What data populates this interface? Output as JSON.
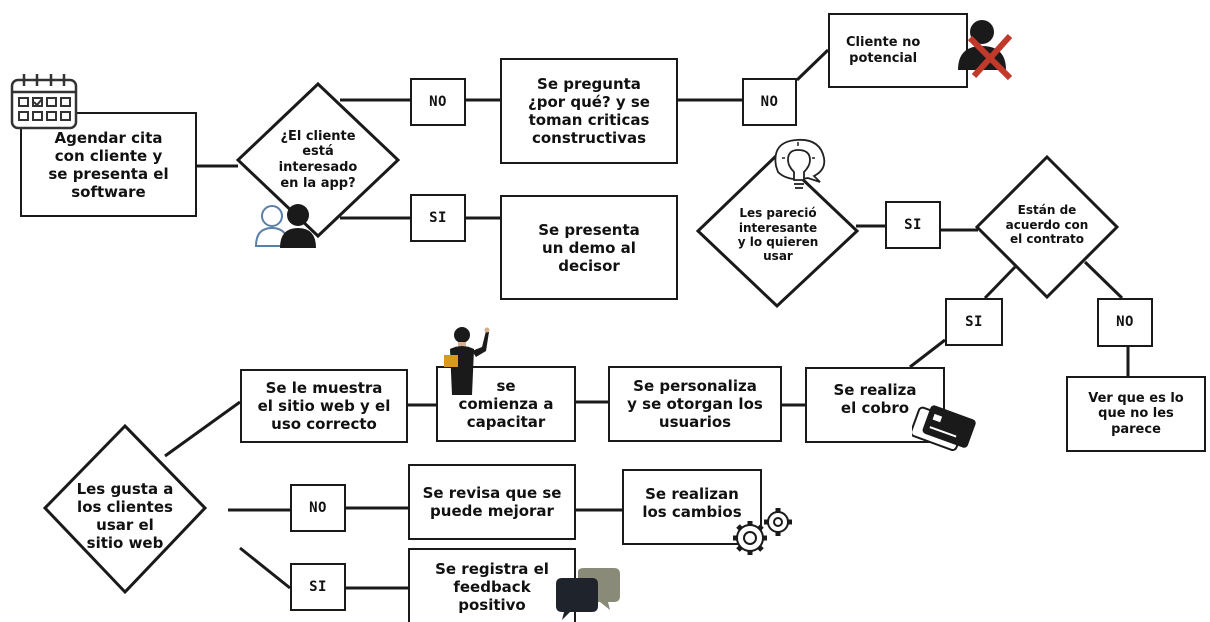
{
  "nodes": {
    "agendar": "Agendar cita\ncon cliente y\nse presenta el\nsoftware",
    "interesado": "¿El cliente\nestá\ninteresado\nen la app?",
    "no1": "NO",
    "si1": "SI",
    "pregunta": "Se pregunta\n¿por qué? y se\ntoman criticas\nconstructivas",
    "no2": "NO",
    "no_potencial": "Cliente no\npotencial",
    "demo": "Se presenta\nun demo al\ndecisor",
    "parecio": "Les pareció\ninteresante\ny lo quieren\nusar",
    "si2": "SI",
    "contrato": "Están de\nacuerdo con\nel contrato",
    "si3": "SI",
    "no3": "NO",
    "ver": "Ver que es lo\nque no les\nparece",
    "cobro": "Se realiza\nel cobro",
    "personaliza": "Se personaliza\ny se otorgan los\nusuarios",
    "capacitar": "se\ncomienza a\ncapacitar",
    "muestra": "Se le muestra\nel sitio web y el\nuso correcto",
    "gusta": "Les gusta a\nlos clientes\nusar el\nsitio web",
    "no4": "NO",
    "si4": "SI",
    "mejorar": "Se revisa que se\npuede mejorar",
    "cambios": "Se realizan\nlos cambios",
    "feedback": "Se registra el\nfeedback\npositivo"
  },
  "icons": [
    "calendar-icon",
    "users-icon",
    "rejected-person-icon",
    "lightbulb-icon",
    "teacher-icon",
    "credit-card-icon",
    "gears-icon",
    "chat-bubbles-icon"
  ],
  "colors": {
    "line": "#1a1a1a",
    "reject": "#c0392b",
    "bubble_olive": "#8a8a78",
    "person_light": "#5b7fa6"
  }
}
